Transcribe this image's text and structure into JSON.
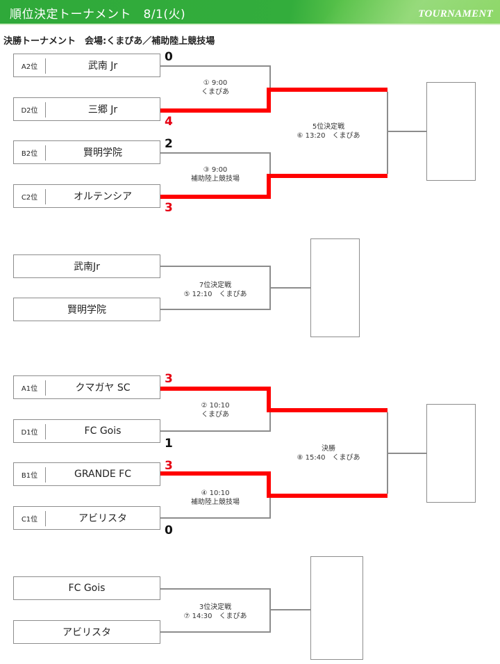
{
  "header": {
    "title": "順位決定トーナメント　8/1(火)",
    "badge": "TOURNAMENT",
    "colors": {
      "header_green": "#33ad3c",
      "win_red": "#ff0000"
    }
  },
  "subtitle": "決勝トーナメント　会場:くまぴあ／補助陸上競技場",
  "bracket_5th": {
    "teams": [
      {
        "seed": "A2位",
        "name": "武南 Jr",
        "score": "0",
        "winner": false
      },
      {
        "seed": "D2位",
        "name": "三郷 Jr",
        "score": "4",
        "winner": true
      },
      {
        "seed": "B2位",
        "name": "賢明学院",
        "score": "2",
        "winner": false
      },
      {
        "seed": "C2位",
        "name": "オルテンシア",
        "score": "3",
        "winner": true
      }
    ],
    "matches": [
      {
        "line1": "① 9:00",
        "line2": "くまぴあ"
      },
      {
        "line1": "③ 9:00",
        "line2": "補助陸上競技場"
      }
    ],
    "final": {
      "line1": "5位決定戦",
      "line2": "⑥ 13:20　くまぴあ"
    },
    "result": ""
  },
  "bracket_7th": {
    "teams": [
      {
        "name": "武南Jr"
      },
      {
        "name": "賢明学院"
      }
    ],
    "match": {
      "line1": "7位決定戦",
      "line2": "⑤ 12:10　くまぴあ"
    },
    "result": ""
  },
  "bracket_final": {
    "teams": [
      {
        "seed": "A1位",
        "name": "クマガヤ SC",
        "score": "3",
        "winner": true
      },
      {
        "seed": "D1位",
        "name": "FC Gois",
        "score": "1",
        "winner": false
      },
      {
        "seed": "B1位",
        "name": "GRANDE FC",
        "score": "3",
        "winner": true
      },
      {
        "seed": "C1位",
        "name": "アビリスタ",
        "score": "0",
        "winner": false
      }
    ],
    "matches": [
      {
        "line1": "② 10:10",
        "line2": "くまぴあ"
      },
      {
        "line1": "④ 10:10",
        "line2": "補助陸上競技場"
      }
    ],
    "final": {
      "line1": "決勝",
      "line2": "⑧ 15:40　くまぴあ"
    },
    "result": ""
  },
  "bracket_3rd": {
    "teams": [
      {
        "name": "FC Gois"
      },
      {
        "name": "アビリスタ"
      }
    ],
    "match": {
      "line1": "3位決定戦",
      "line2": "⑦ 14:30　くまぴあ"
    },
    "result": ""
  }
}
